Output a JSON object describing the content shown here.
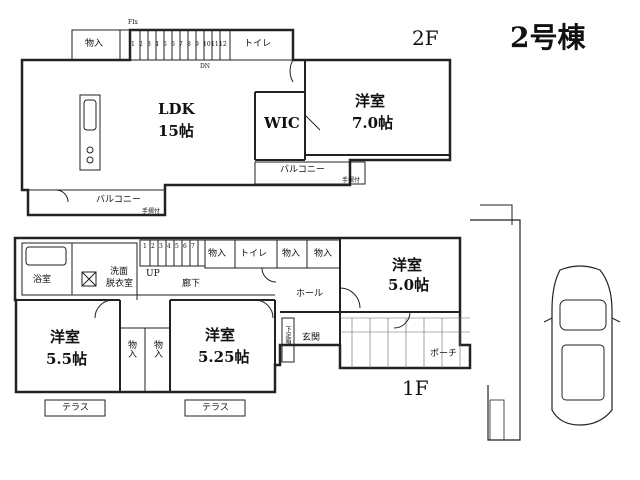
{
  "building": "2号棟",
  "floor2": {
    "label": "2F",
    "rooms": {
      "storage": "物入",
      "toilet": "トイレ",
      "ldk": "LDK",
      "ldk_size": "15帖",
      "wic": "WIC",
      "western": "洋室",
      "western_size": "7.0帖",
      "balcony": "バルコニー",
      "balcony2": "バルコニー",
      "handrail": "手摺付",
      "handrail2": "手摺付"
    },
    "stairs": {
      "fix": "FIx",
      "dn": "DN",
      "steps": [
        "1",
        "2",
        "3",
        "4",
        "5",
        "6",
        "7",
        "8",
        "9",
        "10",
        "11",
        "12"
      ]
    }
  },
  "floor1": {
    "label": "1F",
    "rooms": {
      "bath": "浴室",
      "washroom_1": "洗面",
      "washroom_2": "脱衣室",
      "storage_a": "物入",
      "toilet": "トイレ",
      "storage_b": "物入",
      "storage_c": "物入",
      "western_ne": "洋室",
      "western_ne_size": "5.0帖",
      "hall": "ホール",
      "corridor": "廊下",
      "up": "UP",
      "western_w": "洋室",
      "western_w_size": "5.5帖",
      "closet_1": "物入",
      "closet_2": "物入",
      "western_c": "洋室",
      "western_c_size": "5.25帖",
      "shoebox": "下足箱",
      "entrance": "玄関",
      "porch": "ポーチ",
      "terrace_1": "テラス",
      "terrace_2": "テラス"
    },
    "stairs": {
      "steps": [
        "1",
        "2",
        "3",
        "4",
        "5",
        "6",
        "7"
      ]
    }
  }
}
